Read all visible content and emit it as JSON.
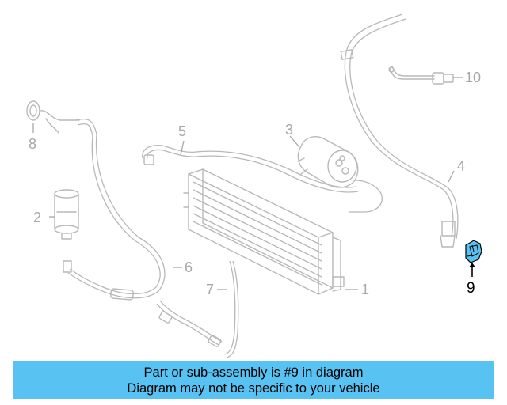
{
  "diagram": {
    "callouts": {
      "c1": "1",
      "c2": "2",
      "c3": "3",
      "c4": "4",
      "c5": "5",
      "c6": "6",
      "c7": "7",
      "c8": "8",
      "c9": "9",
      "c10": "10"
    },
    "highlighted_part": "9",
    "highlight_color": "#58c2f3",
    "line_color": "#b8b8b8"
  },
  "banner": {
    "line1": "Part or sub-assembly is #9 in diagram",
    "line2": "Diagram may not be specific to your vehicle",
    "background": "#58c2f3"
  }
}
